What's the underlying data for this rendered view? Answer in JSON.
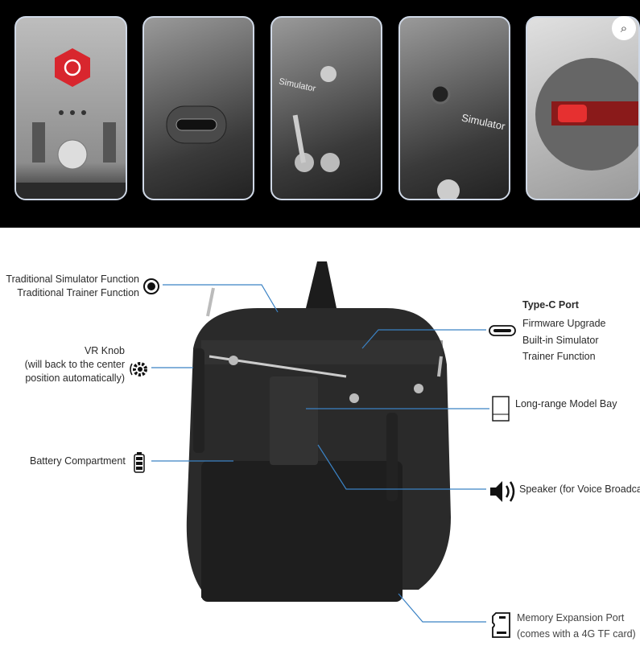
{
  "thumbnails": [
    {
      "label": ""
    },
    {
      "label": ""
    },
    {
      "label": "Simulator"
    },
    {
      "label": "Simulator"
    },
    {
      "label": ""
    }
  ],
  "icons": {
    "visual_search": "magnifier-icon"
  },
  "callouts": {
    "simulator": [
      "Traditional Simulator Function",
      "Traditional Trainer Function"
    ],
    "vr_knob": [
      "VR Knob",
      "(will back to the center",
      "position automatically)"
    ],
    "battery": "Battery Compartment",
    "typec_title": "Type-C Port",
    "typec": [
      "Firmware Upgrade",
      "Built-in Simulator",
      "Trainer Function"
    ],
    "model_bay": "Long-range Model Bay",
    "speaker": "Speaker (for Voice Broadcas",
    "memory": [
      "Memory Expansion Port",
      "(comes with a 4G TF card)"
    ]
  },
  "colors": {
    "leader": "#3b82c4",
    "button_red": "#d8262e"
  }
}
